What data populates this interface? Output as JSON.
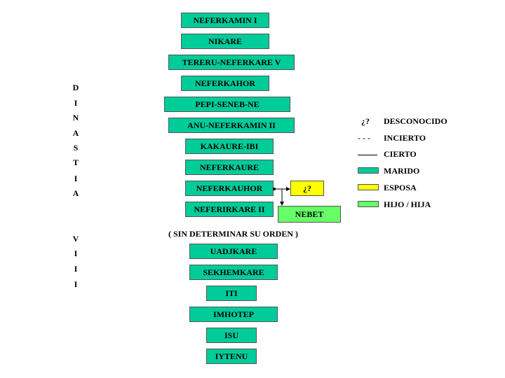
{
  "pharaohs": [
    "NEFERKAMIN I",
    "NIKARE",
    "TERERU-NEFERKARE V",
    "NEFERKAHOR",
    "PEPI-SENEB-NE",
    "ANU-NEFERKAMIN II",
    "KAKAURE-IBI",
    "NEFERKAURE",
    "NEFERKAUHOR",
    "NEFERIRKARE II"
  ],
  "wife": "¿?",
  "child": "NEBET",
  "note": "( SIN DETERMINAR SU ORDEN )",
  "undetermined": [
    "UADJKARE",
    "SEKHEMKARE",
    "ITI",
    "IMHOTEP",
    "ISU",
    "IYTENU"
  ],
  "side_label": [
    "D",
    "I",
    "N",
    "A",
    "S",
    "T",
    "I",
    "A",
    "V",
    "I",
    "I",
    "I"
  ],
  "legend": {
    "unknown_symbol": "¿?",
    "unknown": "DESCONOCIDO",
    "uncertain_symbol": "- - -",
    "uncertain": "INCIERTO",
    "certain": "CIERTO",
    "husband": "MARIDO",
    "wife": "ESPOSA",
    "child": "HIJO / HIJA"
  },
  "colors": {
    "husband": "#00CC99",
    "wife": "#FFFF00",
    "child": "#66FF66"
  }
}
